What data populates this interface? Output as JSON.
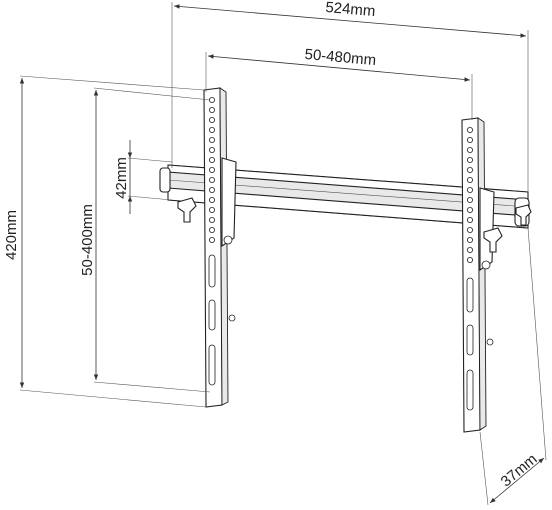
{
  "dimensions": {
    "overall_width": "524mm",
    "vesa_width": "50-480mm",
    "overall_height": "420mm",
    "vesa_height": "50-400mm",
    "rail_height": "42mm",
    "depth": "37mm"
  },
  "colors": {
    "line": "#222222",
    "background": "#ffffff"
  }
}
